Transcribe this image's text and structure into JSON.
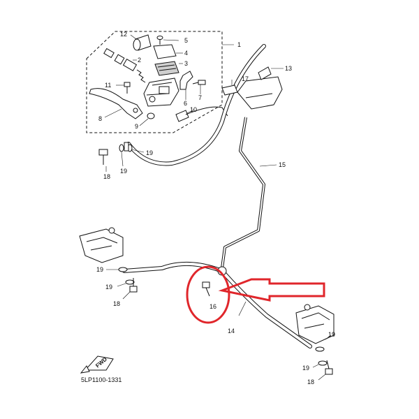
{
  "diagram_code": "5LP1100-1331",
  "direction_label": "FWD",
  "highlight_color": "#e0262b",
  "callouts": {
    "c1": "1",
    "c2": "2",
    "c3": "3",
    "c4": "4",
    "c5": "5",
    "c6": "6",
    "c7": "7",
    "c8": "8",
    "c9": "9",
    "c10": "10",
    "c11": "11",
    "c12": "12",
    "c13": "13",
    "c14": "14",
    "c15": "15",
    "c16": "16",
    "c17": "17",
    "c18": "18",
    "c19": "19"
  }
}
